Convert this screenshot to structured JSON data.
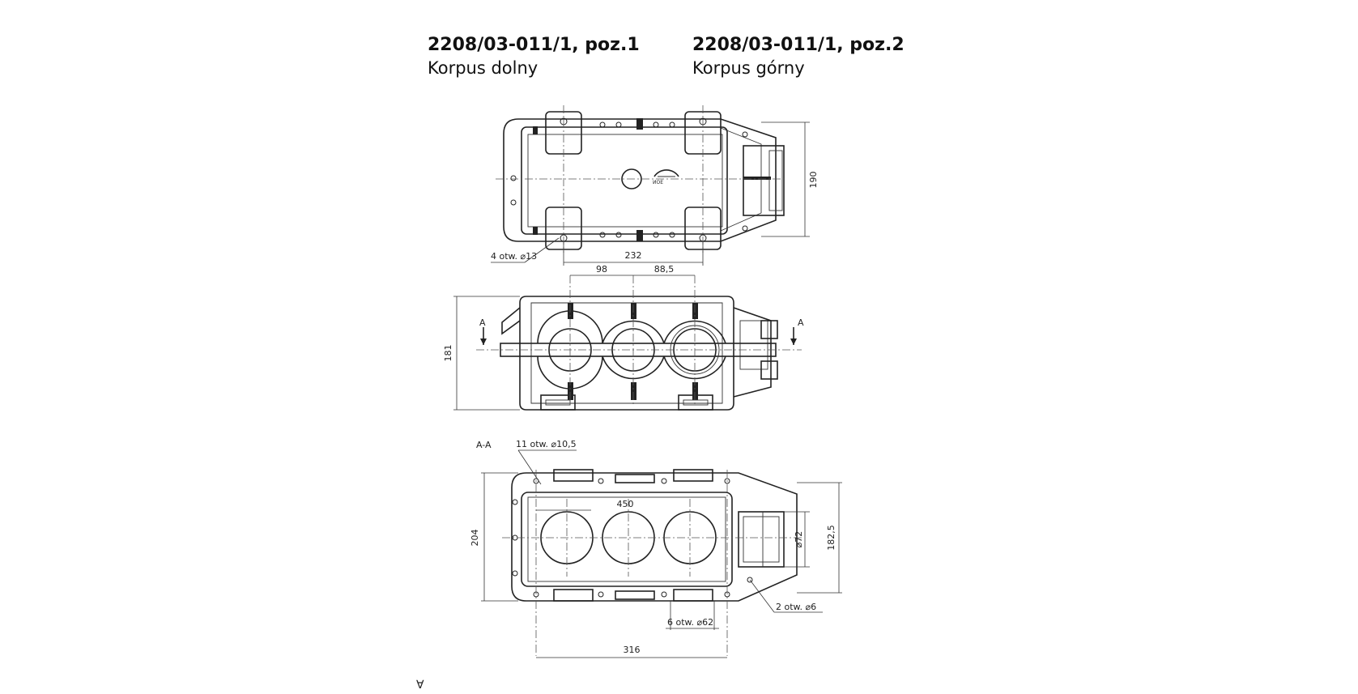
{
  "parts": [
    {
      "code": "2208/03-011/1, poz.1",
      "name": "Korpus dolny"
    },
    {
      "code": "2208/03-011/1, poz.2",
      "name": "Korpus górny"
    }
  ],
  "top_view": {
    "dims": {
      "height": "190",
      "length": "232"
    },
    "holes_note": "4 otw. ⌀13",
    "boss_label": "ИОЕ"
  },
  "front_view": {
    "dims": {
      "spacing_1": "98",
      "spacing_2": "88,5",
      "height": "181"
    },
    "section_mark_left": "A",
    "section_mark_right": "A"
  },
  "section_view": {
    "title": "A-A",
    "holes_note_top": "11 otw. ⌀10,5",
    "dims": {
      "inner": "450",
      "height": "204",
      "bore": "⌀72",
      "flange": "182,5",
      "base": "316"
    },
    "holes_note_bottom": "6 otw. ⌀62",
    "holes_note_right": "2 otw. ⌀6"
  },
  "corner_mark": "∀"
}
